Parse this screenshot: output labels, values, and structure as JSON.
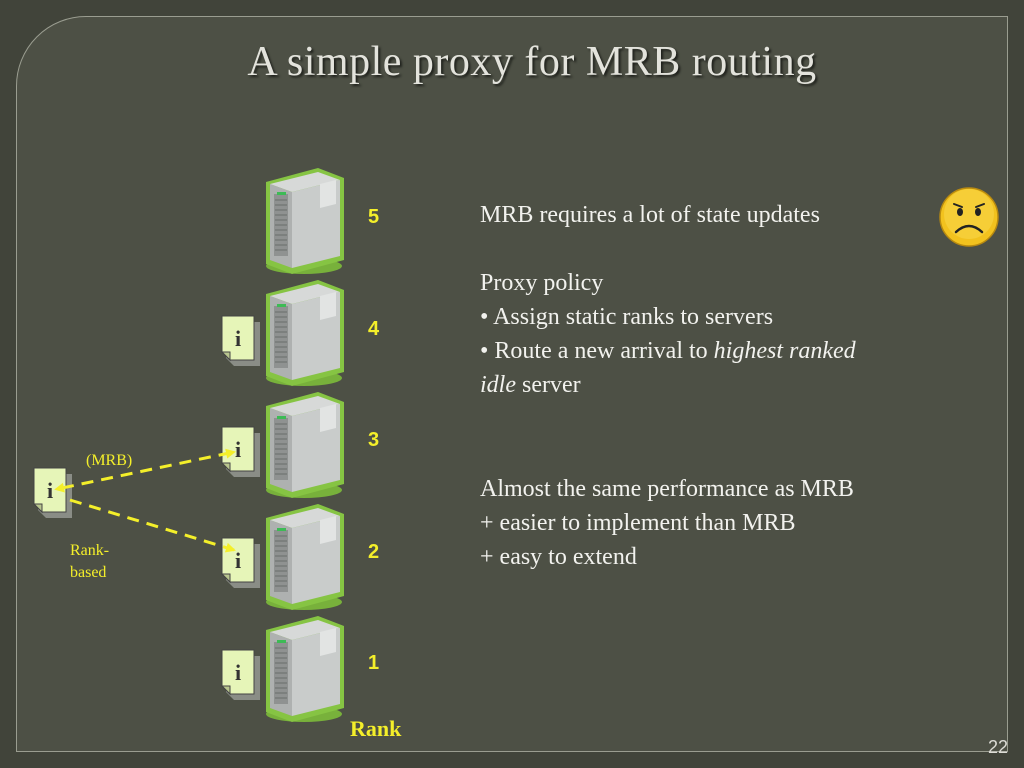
{
  "title": "A simple proxy for MRB routing",
  "servers": [
    {
      "rank": "5",
      "has_doc": false
    },
    {
      "rank": "4",
      "has_doc": true
    },
    {
      "rank": "3",
      "has_doc": true
    },
    {
      "rank": "2",
      "has_doc": true
    },
    {
      "rank": "1",
      "has_doc": true
    }
  ],
  "rank_axis_label": "Rank",
  "proxy": {
    "mrb_label": "(MRB)",
    "rank_based_label_line1": "Rank-",
    "rank_based_label_line2": "based"
  },
  "right_text": {
    "state_updates": "MRB requires a lot of state updates",
    "policy_heading": "Proxy policy",
    "bullet1": "• Assign static ranks to servers",
    "bullet2_prefix": "• Route a new arrival to ",
    "bullet2_italic_a": "highest ranked",
    "bullet2_italic_b": "idle",
    "bullet2_suffix": " server",
    "summary_line1": "Almost the same performance as MRB",
    "summary_line2": "+ easier to implement than MRB",
    "summary_line3": "+ easy to extend"
  },
  "icons": {
    "server": "server-tower-icon",
    "document": "info-document-icon",
    "face": "frowning-face-icon"
  },
  "colors": {
    "accent_yellow": "#f4ef2a",
    "server_glow": "#7dbb3a",
    "doc_fill": "#e6f5b8",
    "text": "#f2f2ee"
  },
  "page_number": "22"
}
